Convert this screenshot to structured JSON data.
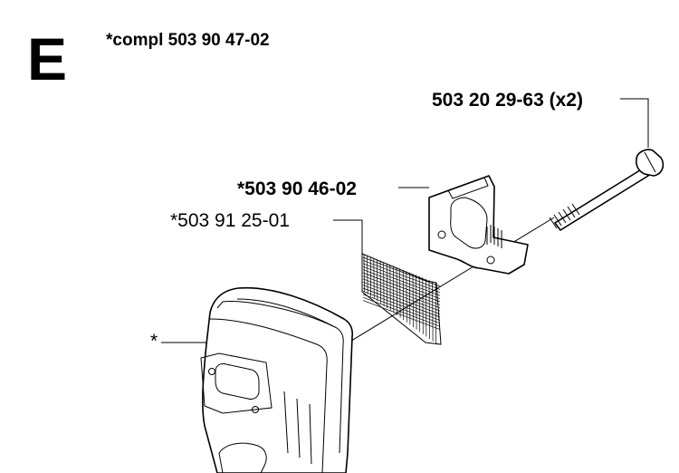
{
  "section_letter": "E",
  "kit_label": "*compl 503 90 47-02",
  "parts": [
    {
      "label": "503 20 29-63 (x2)",
      "part": "bolt"
    },
    {
      "label": "*503 90 46-02",
      "part": "bracket-plate"
    },
    {
      "label": "*503 91 25-01",
      "part": "spark-arrestor-screen"
    },
    {
      "label": "*",
      "part": "muffler"
    }
  ]
}
